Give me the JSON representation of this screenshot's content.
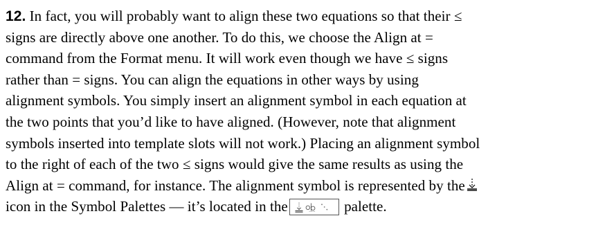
{
  "paragraph": {
    "step_number": "12.",
    "lines": [
      " In fact, you will probably want to align these two equations so that their ≤",
      "signs are directly above one another. To do this, we choose the Align at =",
      "command from the Format menu. It will work even though we have ≤ signs",
      "rather than = signs. You can align the equations in other ways by using",
      "alignment symbols. You simply insert an alignment symbol in each equation at",
      "the two points that you’d like to have aligned. (However, note that alignment",
      "symbols inserted into template slots will not work.) Placing an alignment symbol",
      "to the right of each of the two ≤ signs would give the same results as using the",
      "Align at = command, for instance. The alignment symbol is represented by the"
    ],
    "last_line_before_palette": "icon in the Symbol Palettes — it’s located in the",
    "last_line_after_palette": " palette."
  },
  "icons": {
    "alignment_symbol": "alignment-symbol-icon",
    "palette": "alignment-palette-icon"
  }
}
